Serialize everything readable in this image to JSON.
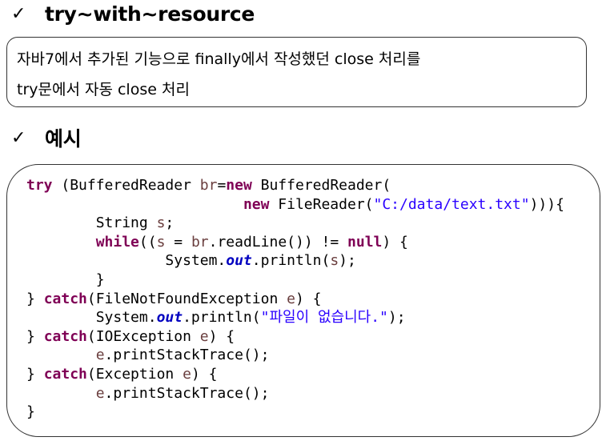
{
  "headings": {
    "first": {
      "icon": "checkmark-icon",
      "check": "✓",
      "text": "try~with~resource"
    },
    "second": {
      "icon": "checkmark-icon",
      "check": "✓",
      "text": "예시"
    }
  },
  "description": {
    "line1": "자바7에서 추가된 기능으로 finally에서 작성했던 close 처리를",
    "line2": "try문에서 자동 close 처리"
  },
  "colors": {
    "keyword": "#7f0055",
    "string": "#2a00ff",
    "variable": "#6a3e3e",
    "static_field": "#0000c0"
  },
  "code": {
    "l1": {
      "kw_try": "try",
      "t1": " (BufferedReader ",
      "v_br": "br",
      "t2": "=",
      "kw_new": "new",
      "t3": " BufferedReader("
    },
    "l2": {
      "indent": "                         ",
      "kw_new": "new",
      "t1": " FileReader(",
      "s_path": "\"C:/data/text.txt\"",
      "t2": "))){"
    },
    "l3": {
      "indent": "        ",
      "t1": "String ",
      "v_s": "s",
      "t2": ";"
    },
    "l4": {
      "indent": "        ",
      "kw_while": "while",
      "t1": "((",
      "v_s": "s",
      "t2": " = ",
      "v_br": "br",
      "t3": ".readLine()) != ",
      "kw_null": "null",
      "t4": ") {"
    },
    "l5": {
      "indent": "                ",
      "t1": "System.",
      "f_out": "out",
      "t2": ".println(",
      "v_s": "s",
      "t3": ");"
    },
    "l6": {
      "indent": "        ",
      "t1": "}"
    },
    "l7": {
      "t1": "} ",
      "kw_catch": "catch",
      "t2": "(FileNotFoundException ",
      "v_e": "e",
      "t3": ") {"
    },
    "l8": {
      "indent": "        ",
      "t1": "System.",
      "f_out": "out",
      "t2": ".println(",
      "s_msg": "\"파일이 없습니다.\"",
      "t3": ");"
    },
    "l9": {
      "t1": "} ",
      "kw_catch": "catch",
      "t2": "(IOException ",
      "v_e": "e",
      "t3": ") {"
    },
    "l10": {
      "indent": "        ",
      "v_e": "e",
      "t1": ".printStackTrace();"
    },
    "l11": {
      "t1": "} ",
      "kw_catch": "catch",
      "t2": "(Exception ",
      "v_e": "e",
      "t3": ") {"
    },
    "l12": {
      "indent": "        ",
      "v_e": "e",
      "t1": ".printStackTrace();"
    },
    "l13": {
      "t1": "}"
    }
  }
}
